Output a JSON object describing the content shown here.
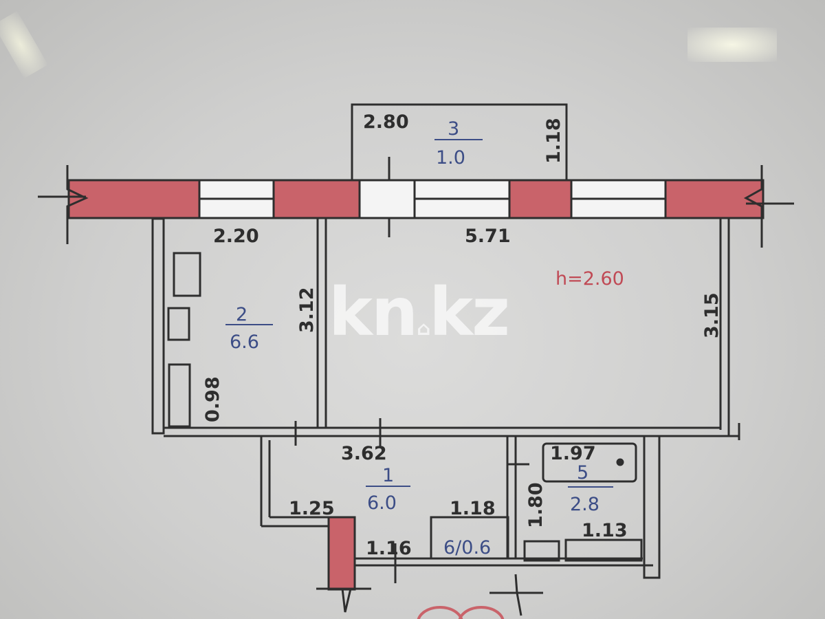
{
  "plan": {
    "rooms": [
      {
        "number": "1",
        "area": "6.0",
        "label": "1",
        "area_label": "6.0"
      },
      {
        "number": "2",
        "area": "6.6",
        "label": "2",
        "area_label": "6.6"
      },
      {
        "number": "3",
        "area": "1.0",
        "label": "3",
        "area_label": "1.0"
      },
      {
        "number": "5",
        "area": "2.8",
        "label": "5",
        "area_label": "2.8"
      },
      {
        "number": "6",
        "area": "0.6",
        "label": "6/0.6"
      }
    ],
    "dimensions": {
      "balcony_width": "2.80",
      "balcony_depth": "1.18",
      "kitchen_width": "2.20",
      "kitchen_depth": "3.12",
      "kitchen_small": "0.98",
      "living_width": "5.71",
      "living_depth": "3.15",
      "hall_width": "3.62",
      "hall_left": "1.25",
      "hall_bottom": "1.16",
      "closet_width": "1.18",
      "bath_width": "1.97",
      "bath_depth": "1.80",
      "bath_small": "1.13"
    },
    "ceiling_height": "h=2.60",
    "colors": {
      "wall_fill": "#c9636a",
      "line": "#2e2e2e",
      "room_text": "#3c4d86",
      "height_text": "#c04a55"
    }
  },
  "watermark": {
    "text_left": "kn",
    "text_right": "kz"
  }
}
